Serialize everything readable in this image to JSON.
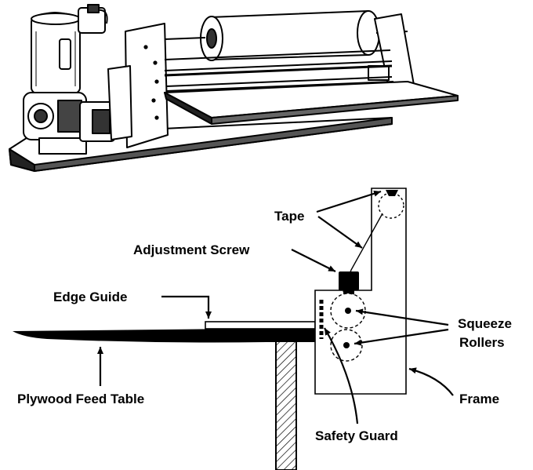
{
  "labels": {
    "tape": "Tape",
    "adjustment_screw": "Adjustment Screw",
    "edge_guide": "Edge Guide",
    "squeeze_rollers_line1": "Squeeze",
    "squeeze_rollers_line2": "Rollers",
    "frame": "Frame",
    "plywood_feed_table": "Plywood Feed Table",
    "safety_guard": "Safety Guard"
  },
  "colors": {
    "ink": "#000000",
    "paper": "#ffffff",
    "shade": "#d9d9d9"
  }
}
